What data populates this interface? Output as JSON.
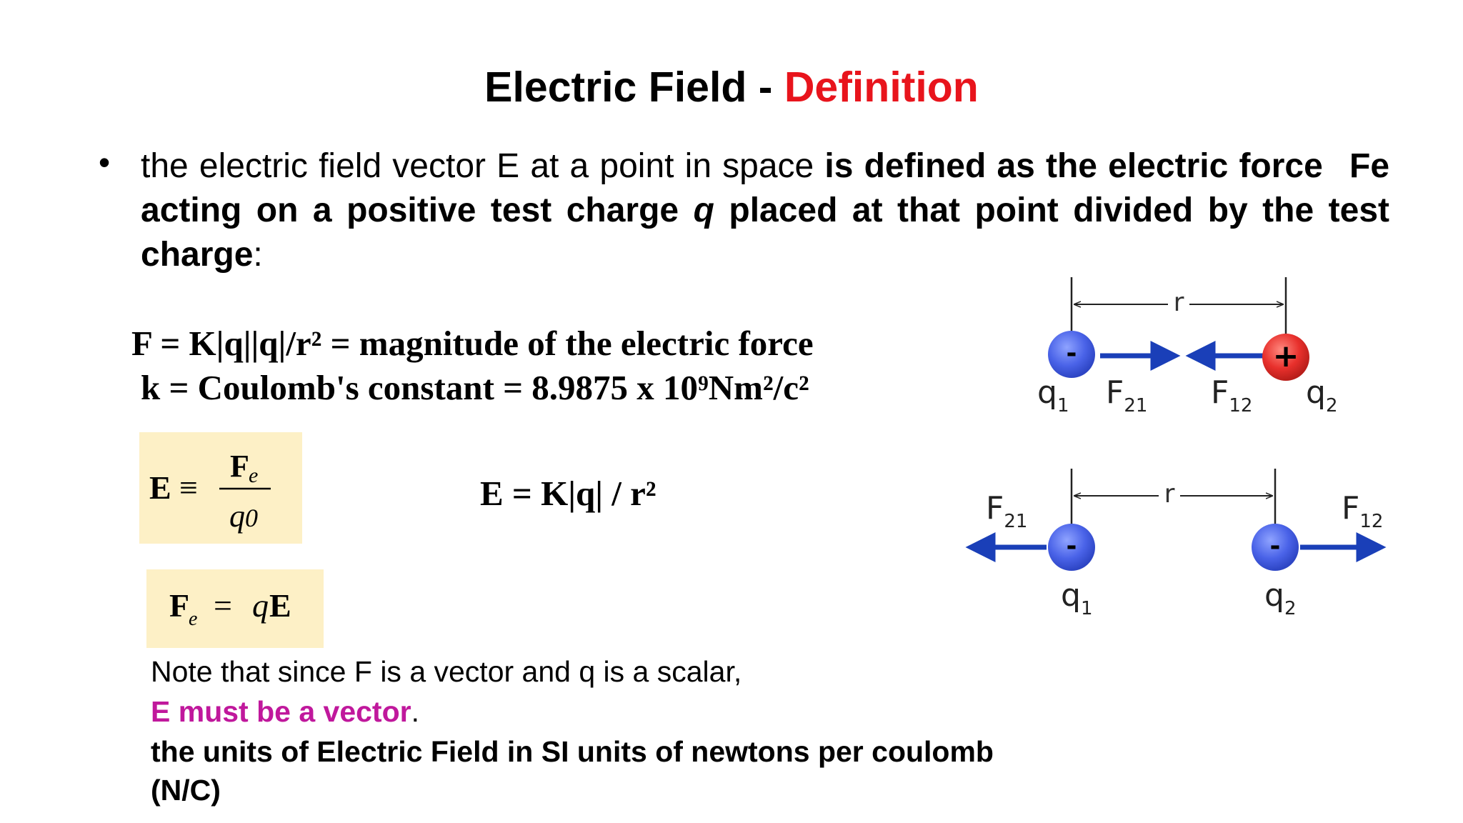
{
  "slide": {
    "title_main": "Electric Field - ",
    "title_accent": "Definition",
    "bullet": {
      "plain_start": "the electric field vector E at a point in space ",
      "bold_1": "is defined as the electric force",
      "bold_2": "Fe acting on a positive test charge ",
      "bold_q": "q",
      "bold_3": " placed at that point divided by the  test charge",
      "colon": ":"
    },
    "equations": {
      "force_magnitude": "F = K|q||q|/r² = magnitude of the electric force",
      "coulomb_constant": "k = Coulomb's constant = 8.9875 x 10⁹Nm²/c²",
      "field_formula": "E = K|q| / r²"
    },
    "formula_box_1": {
      "lhs": "E",
      "eq": "≡",
      "num": "F",
      "num_sub": "e",
      "den": "q",
      "den_sub": "0"
    },
    "formula_box_2": {
      "lhs": "F",
      "lhs_sub": "e",
      "eq": "=",
      "rhs_q": "q",
      "rhs_e": "E"
    },
    "notes": {
      "line1": "Note that since F is a vector and q is a scalar,",
      "line2_colored": "E must be a vector",
      "line2_end": ".",
      "line3": "the units of Electric Field in SI units of newtons per coulomb",
      "line4": "(N/C)"
    },
    "diagram": {
      "top": {
        "distance": "r",
        "left_sign": "-",
        "right_sign": "+",
        "q_left": "q",
        "q_left_sub": "1",
        "q_right": "q",
        "q_right_sub": "2",
        "f_left": "F",
        "f_left_sub": "21",
        "f_right": "F",
        "f_right_sub": "12"
      },
      "bottom": {
        "distance": "r",
        "left_sign": "-",
        "right_sign": "-",
        "q_left": "q",
        "q_left_sub": "1",
        "q_right": "q",
        "q_right_sub": "2",
        "f_left": "F",
        "f_left_sub": "21",
        "f_right": "F",
        "f_right_sub": "12"
      }
    },
    "colors": {
      "accent_red": "#e8141c",
      "magenta": "#c0189c",
      "box_bg": "#fdf0c6",
      "arrow_blue": "#1a3fb8",
      "neg_charge": "#4a63e8",
      "pos_charge": "#e8302c"
    }
  }
}
